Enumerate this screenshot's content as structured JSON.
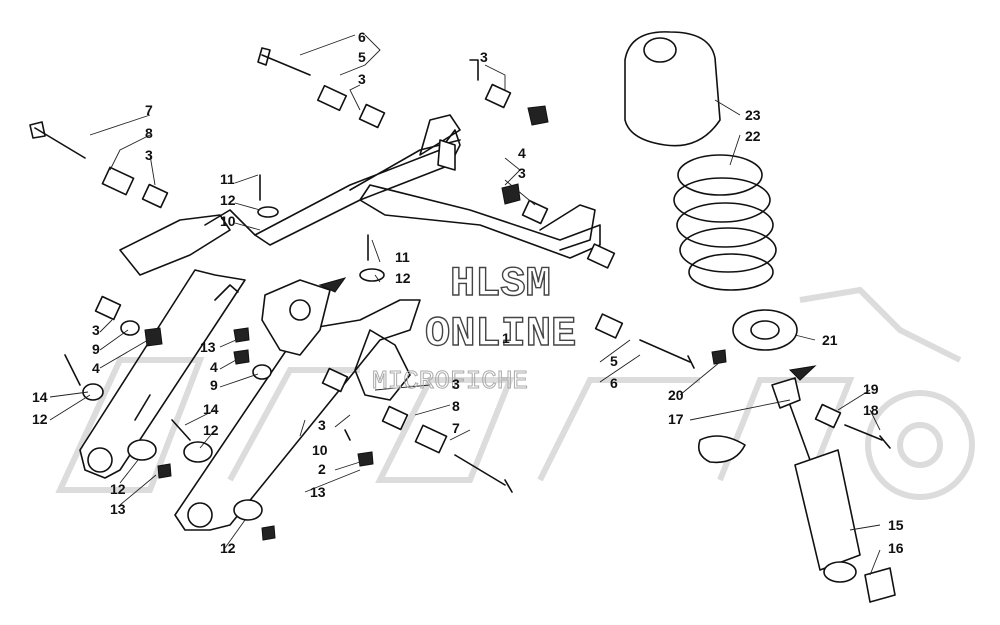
{
  "watermark": {
    "line1": "HLSM",
    "line2": "ONLINE",
    "line3": "MICROFICHE"
  },
  "callouts": [
    {
      "id": "c6a",
      "text": "6"
    },
    {
      "id": "c5a",
      "text": "5"
    },
    {
      "id": "c3a",
      "text": "3"
    },
    {
      "id": "c3b",
      "text": "3"
    },
    {
      "id": "c7a",
      "text": "7"
    },
    {
      "id": "c8a",
      "text": "8"
    },
    {
      "id": "c3c",
      "text": "3"
    },
    {
      "id": "c4a",
      "text": "4"
    },
    {
      "id": "c3d",
      "text": "3"
    },
    {
      "id": "c11a",
      "text": "11"
    },
    {
      "id": "c12a",
      "text": "12"
    },
    {
      "id": "c10a",
      "text": "10"
    },
    {
      "id": "c11b",
      "text": "11"
    },
    {
      "id": "c12b",
      "text": "12"
    },
    {
      "id": "c3e",
      "text": "3"
    },
    {
      "id": "c9a",
      "text": "9"
    },
    {
      "id": "c4b",
      "text": "4"
    },
    {
      "id": "c13a",
      "text": "13"
    },
    {
      "id": "c4c",
      "text": "4"
    },
    {
      "id": "c9b",
      "text": "9"
    },
    {
      "id": "c1",
      "text": "1"
    },
    {
      "id": "c5b",
      "text": "5"
    },
    {
      "id": "c6b",
      "text": "6"
    },
    {
      "id": "c14a",
      "text": "14"
    },
    {
      "id": "c12c",
      "text": "12"
    },
    {
      "id": "c14b",
      "text": "14"
    },
    {
      "id": "c12d",
      "text": "12"
    },
    {
      "id": "c10b",
      "text": "10"
    },
    {
      "id": "c3f",
      "text": "3"
    },
    {
      "id": "c8b",
      "text": "8"
    },
    {
      "id": "c7b",
      "text": "7"
    },
    {
      "id": "c3g",
      "text": "3"
    },
    {
      "id": "c2",
      "text": "2"
    },
    {
      "id": "c12e",
      "text": "12"
    },
    {
      "id": "c13b",
      "text": "13"
    },
    {
      "id": "c13c",
      "text": "13"
    },
    {
      "id": "c12f",
      "text": "12"
    },
    {
      "id": "c23",
      "text": "23"
    },
    {
      "id": "c22",
      "text": "22"
    },
    {
      "id": "c21",
      "text": "21"
    },
    {
      "id": "c20",
      "text": "20"
    },
    {
      "id": "c19",
      "text": "19"
    },
    {
      "id": "c18",
      "text": "18"
    },
    {
      "id": "c17",
      "text": "17"
    },
    {
      "id": "c15",
      "text": "15"
    },
    {
      "id": "c16",
      "text": "16"
    }
  ]
}
